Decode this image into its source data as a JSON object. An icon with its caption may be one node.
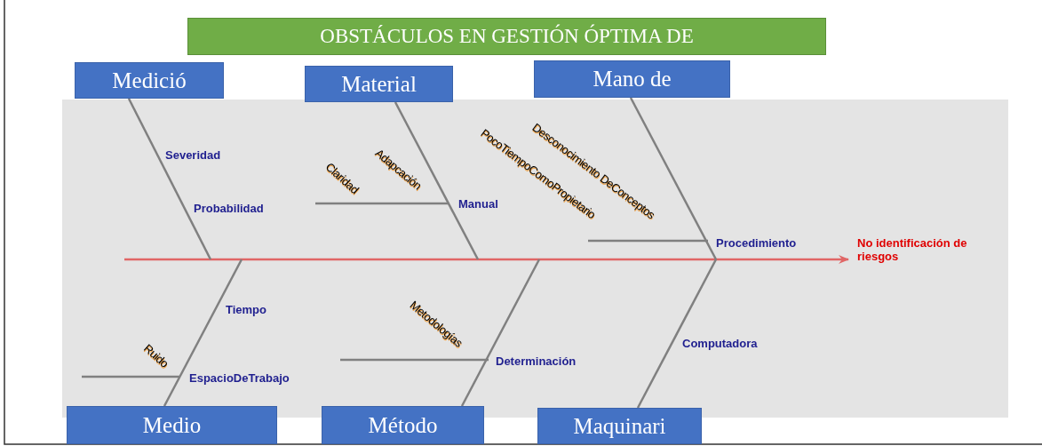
{
  "diagram": {
    "title": "OBSTÁCULOS EN GESTIÓN ÓPTIMA DE",
    "nodes": [
      {
        "text": [
          "Medició"
        ]
      },
      {
        "text": [
          "Material"
        ]
      },
      {
        "text": [
          "Mano de"
        ]
      },
      {
        "text": [
          "No identificación de riesgos"
        ]
      },
      {
        "text": [
          "Medio"
        ]
      },
      {
        "text": [
          "Método"
        ]
      },
      {
        "text": [
          "Maquinari"
        ]
      }
    ],
    "edges": [
      {
        "from": null,
        "to": 3,
        "arrow": "to",
        "color": "#e06666"
      },
      {
        "from": 0,
        "to": null,
        "arrow": "none"
      },
      {
        "from": 1,
        "to": null,
        "arrow": "none"
      },
      {
        "from": 2,
        "to": null,
        "arrow": "none"
      },
      {
        "from": 4,
        "to": null,
        "arrow": "none"
      },
      {
        "from": 5,
        "to": null,
        "arrow": "none"
      },
      {
        "from": 6,
        "to": null,
        "arrow": "none"
      }
    ],
    "labels": [
      "Severidad",
      "Probabilidad",
      "Claridad",
      "Adapcación",
      "Manual",
      "PocoTiempoComoPropietario",
      "Desconocimiento DeConceptos",
      "Procedimiento",
      "Tiempo",
      "Ruido",
      "EspacioDeTrabajo",
      "Metodologías",
      "Determinación",
      "Computadora"
    ]
  }
}
